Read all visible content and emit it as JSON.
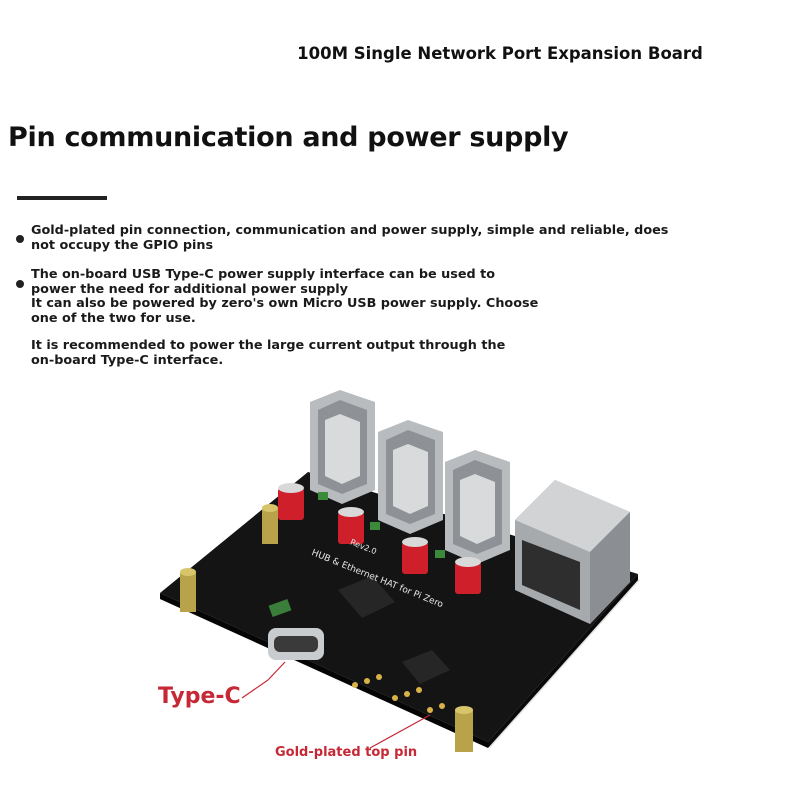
{
  "header": {
    "title": "100M Single Network Port Expansion Board"
  },
  "section": {
    "heading": "Pin communication and power supply",
    "p1": "Gold-plated pin connection, communication and power supply, simple and reliable, does not occupy the GPIO pins",
    "p2a": "The on-board USB Type-C power supply interface can be used to power the need for additional power supply",
    "p2b": "It can also be powered by zero's own Micro USB power supply. Choose one of the two for use.",
    "p3": "It is recommended to power the large current output through the on-board Type-C interface."
  },
  "photo": {
    "silkscreen_1": "HUB & Ethernet HAT for Pi Zero",
    "silkscreen_2": "Rev2.0",
    "callouts": {
      "typec": "Type-C",
      "pins": "Gold-plated top pin"
    }
  },
  "colors": {
    "accent": "#c62835",
    "pcb": "#141414",
    "capacitor": "#cf1f2b",
    "metal": "#b9bcbf"
  }
}
